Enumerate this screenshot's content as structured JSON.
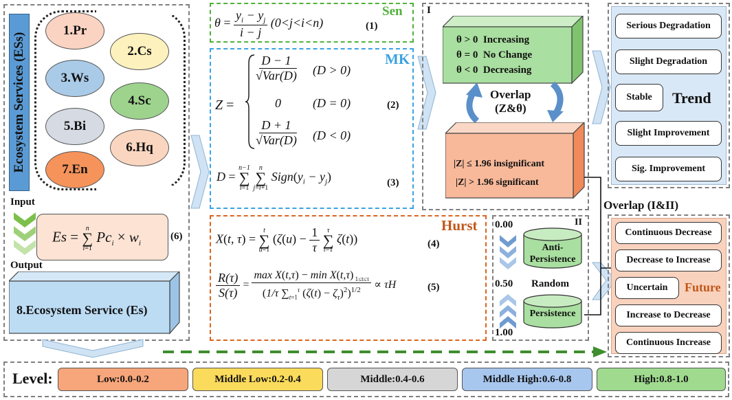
{
  "ess_panel": {
    "vertical_title": "Ecosystem Services (ESs)",
    "services": [
      "1.Pr",
      "2.Cs",
      "3.Ws",
      "4.Sc",
      "5.Bi",
      "6.Hq",
      "7.En"
    ],
    "input_label": "Input",
    "output_label": "Output",
    "eq_label": "(6)",
    "es_box_label": "8.Ecosystem Service (Es)"
  },
  "sen": {
    "title": "Sen",
    "eq_num": "(1)",
    "condition": "(0<j<i<n)"
  },
  "mk": {
    "title": "MK",
    "eq2_num": "(2)",
    "eq3_num": "(3)",
    "cases": [
      "(D > 0)",
      "(D = 0)",
      "(D < 0)"
    ]
  },
  "hurst": {
    "title": "Hurst",
    "eq4_num": "(4)",
    "eq5_num": "(5)"
  },
  "panel_i": {
    "label": "I",
    "theta_lines": [
      "θ > 0  Increasing",
      "θ = 0  No Change",
      "θ < 0  Decreasing"
    ],
    "overlap_line1": "Overlap",
    "overlap_line2": "(Z&θ)",
    "z_lines": [
      "|Z| ≤ 1.96 insignificant",
      "|Z| > 1.96 significant"
    ]
  },
  "panel_ii": {
    "label": "II",
    "scale_top": "0.00",
    "scale_mid": "0.50",
    "scale_bottom": "1.00",
    "anti_persistence": "Anti-Persistence",
    "random": "Random",
    "persistence": "Persistence"
  },
  "trend": {
    "title": "Trend",
    "items": [
      "Serious Degradation",
      "Slight Degradation",
      "Stable",
      "Slight Improvement",
      "Sig. Improvement"
    ]
  },
  "overlap_i_ii": "Overlap (I&II)",
  "future": {
    "title": "Future",
    "items": [
      "Continuous Decrease",
      "Decrease to Increase",
      "Uncertain",
      "Increase to Decrease",
      "Continuous Increase"
    ]
  },
  "levels": {
    "title": "Level:",
    "items": [
      {
        "label": "Low:0.0-0.2",
        "color": "#f7a57a"
      },
      {
        "label": "Middle Low:0.2-0.4",
        "color": "#fbdb5b"
      },
      {
        "label": "Middle:0.4-0.6",
        "color": "#d6d6d6"
      },
      {
        "label": "Middle High:0.6-0.8",
        "color": "#a8c7ef"
      },
      {
        "label": "High:0.8-1.0",
        "color": "#9fda8f"
      }
    ]
  },
  "colors": {
    "sen_green": "#4fb13a",
    "mk_blue": "#3ba2e0",
    "hurst_orange": "#d9651e",
    "theta_box": "#a9dfa0",
    "z_box": "#f8b99a",
    "es_box": "#bcdcf4",
    "ess_bar": "#5b9bd5",
    "trend_bg": "#d9e8f7",
    "future_bg": "#f9d2bd"
  }
}
